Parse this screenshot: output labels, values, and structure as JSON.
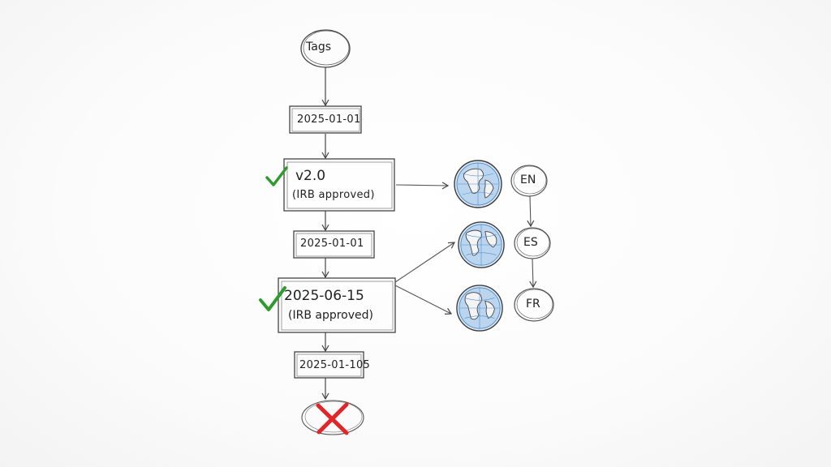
{
  "diagram": {
    "start_node": {
      "label": "Tags"
    },
    "steps": [
      {
        "label": "2025-01-01"
      },
      {
        "title": "v2.0",
        "note": "(IRB approved)",
        "status": "approved"
      },
      {
        "label": "2025-01-01"
      },
      {
        "title": "2025-06-15",
        "note": "(IRB approved)",
        "status": "approved"
      },
      {
        "label": "2025-01-105"
      }
    ],
    "end_node": {
      "status": "rejected"
    },
    "languages": [
      {
        "code": "EN",
        "icon": "globe-icon"
      },
      {
        "code": "ES",
        "icon": "globe-icon"
      },
      {
        "code": "FR",
        "icon": "globe-icon"
      }
    ],
    "colors": {
      "ink": "#3a3a3a",
      "check": "#2e9b2e",
      "cross": "#e0262a",
      "globe_ocean": "#4a8fd0",
      "globe_land": "#dfe9f2"
    }
  }
}
